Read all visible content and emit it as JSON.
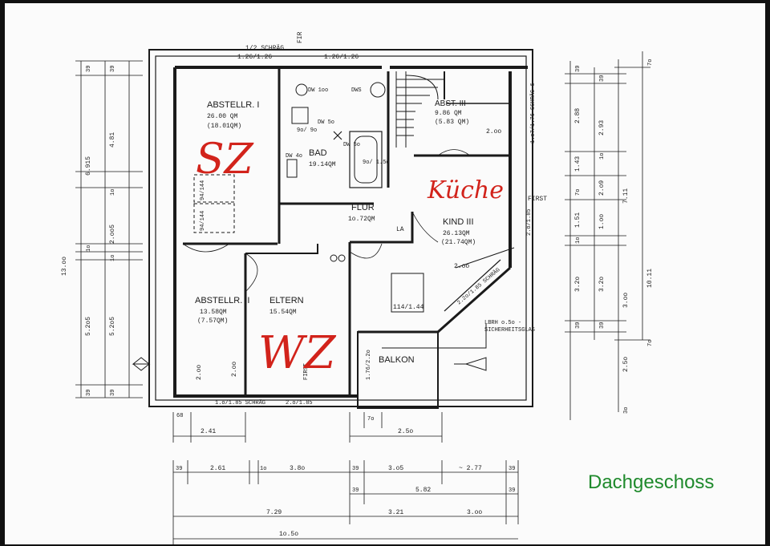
{
  "caption": "Dachgeschoss",
  "colors": {
    "annotation": "#d2231b",
    "caption": "#1f8a2c",
    "ink": "#1a1a1a"
  },
  "top_notes": {
    "schraeg": "1/2 SCHRÄG",
    "fir": "FIR",
    "dim_left": "1.26/1.26",
    "dim_right": "1.26/1.26"
  },
  "rooms": {
    "abstell1": {
      "name": "ABSTELLR. I",
      "area": "26.00 QM",
      "sub": "(18.01QM)"
    },
    "bad": {
      "name": "BAD",
      "area": "19.14QM"
    },
    "abst3": {
      "name": "ABST. III",
      "area": "9.86 QM",
      "sub": "(5.83 QM)"
    },
    "flur": {
      "name": "FLUR",
      "area": "1o.72QM"
    },
    "kind3": {
      "name": "KIND III",
      "area": "26.13QM",
      "sub": "(21.74QM)"
    },
    "abstell2": {
      "name": "ABSTELLR. II",
      "area": "13.58QM",
      "sub": "(7.57QM)"
    },
    "eltern": {
      "name": "ELTERN",
      "area": "15.54QM"
    },
    "balkon": {
      "name": "BALKON"
    }
  },
  "handwritten": {
    "sz": "SZ",
    "kueche": "Küche",
    "wz": "WZ"
  },
  "plan_labels": {
    "dw100": "DW 1oo",
    "dws": "DWS",
    "dw50": "DW 5o",
    "dw40": "DW 4o",
    "dw_right": "DW 5o",
    "win1": "9o/ 9o",
    "win2": "9o/ 1.5o",
    "la": "LA",
    "first": "FIRST",
    "first2": "FIRST",
    "win_v1": "94/144",
    "win_v2": "94/144",
    "win_sq": "114/1.44",
    "schraeg_diag": "2.2o/1.85 SCHRÄG",
    "lbrh": "LBRH o.5o -",
    "sicher": "SICHERHEITSGLAS",
    "bottom_schraeg_l": "1.o/1.85 SCHRÄG",
    "bottom_schraeg_r": "2.o/1.85",
    "dim_200_a": "2.oo",
    "dim_200_b": "2.oo",
    "dim_200_c": "2.oo",
    "dim_200_d": "2.oo",
    "side_right_a": "1.o7/1.76 SCHRÄG 6",
    "side_right_b": "2.o/1.85",
    "balkon_dim": "1.76/2.2o"
  },
  "dims_left": {
    "total": "13.oo",
    "upper": "6.915",
    "lower": "5.2o5",
    "lower2": "5.2o5",
    "a1": "39",
    "a2": "39",
    "b1": "4.81",
    "b2": "1o",
    "b3": "2.oo5",
    "b4": "1o",
    "b5": "1o",
    "c1": "39",
    "c2": "39"
  },
  "dims_right": {
    "d1": "39",
    "d2": "2.88",
    "d3": "2.93",
    "d4": "1o",
    "d5": "1.43",
    "d6": "2.o9",
    "d7": "7o",
    "d8": "1.51",
    "d9": "1.oo",
    "d10": "1o",
    "d11": "7.11",
    "d12": "3.2o",
    "d13": "3.2o",
    "d14": "3.oo",
    "d15": "10.11",
    "d16": "39",
    "d17": "39",
    "d18": "2.5o",
    "d19": "3o",
    "d20": "7o",
    "d21": "7o",
    "d22": "39"
  },
  "dims_bottom": {
    "b68": "68",
    "b241": "2.41",
    "b70": "7o",
    "b250": "2.5o",
    "r1_a": "39",
    "r1_b": "2.61",
    "r1_c": "1o",
    "r1_d": "3.8o",
    "r1_e": "39",
    "r1_f": "3.o5",
    "r1_g": "~ 2.77",
    "r1_h": "39",
    "r2_a": "39",
    "r2_b": "5.82",
    "r2_c": "39",
    "r3_a": "7.29",
    "r3_b": "3.21",
    "r3_c": "3.oo",
    "r4": "1o.5o"
  }
}
